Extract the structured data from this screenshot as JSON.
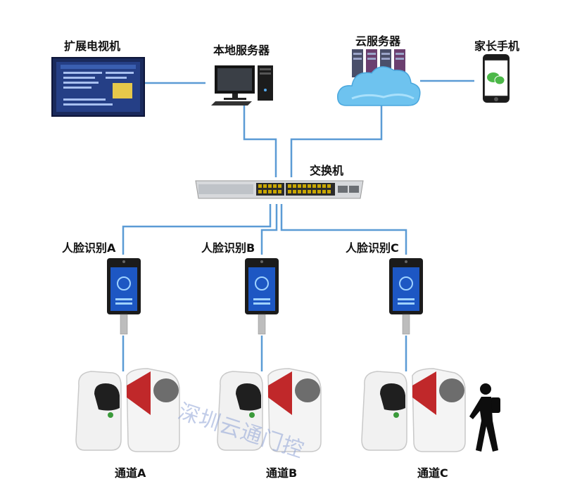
{
  "labels": {
    "tv": "扩展电视机",
    "local_server": "本地服务器",
    "cloud_server": "云服务器",
    "parent_phone": "家长手机",
    "switch": "交换机",
    "face_a": "人脸识别A",
    "face_b": "人脸识别B",
    "face_c": "人脸识别C",
    "gate_a": "通道A",
    "gate_b": "通道B",
    "gate_c": "通道C"
  },
  "watermark": "深圳云通门控",
  "colors": {
    "line": "#5b9bd5",
    "gate_red": "#c0282a",
    "device_black": "#1b1b1b",
    "screen_blue": "#2f6fd0"
  }
}
